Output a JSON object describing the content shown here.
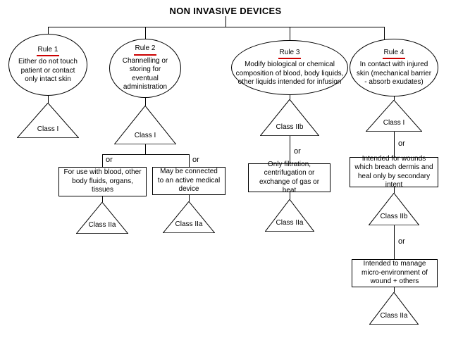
{
  "title": "NON INVASIVE DEVICES",
  "or_label": "or",
  "underline_color": "#cc0000",
  "rules": {
    "rule1": {
      "name": "Rule 1",
      "text": "Either do not touch patient or contact only intact skin",
      "class_label": "Class I"
    },
    "rule2": {
      "name": "Rule 2",
      "text": "Channelling or storing for eventual administration",
      "class_label": "Class I",
      "branch_blood": {
        "text": "For use with blood, other body fluids, organs, tissues",
        "class_label": "Class IIa"
      },
      "branch_active_device": {
        "text": "May be connected to an active medical device",
        "class_label": "Class IIa"
      }
    },
    "rule3": {
      "name": "Rule 3",
      "text": "Modify biological or chemical composition of blood, body liquids, other liquids intended for infusion",
      "class_label": "Class IIb",
      "branch_filtration": {
        "text": "Only filtration, centrifugation or exchange of gas or heat",
        "class_label": "Class IIa"
      }
    },
    "rule4": {
      "name": "Rule 4",
      "text": "In contact with injured skin (mechanical barrier - absorb exudates)",
      "class_label": "Class I",
      "branch_wounds": {
        "text": "Intended for wounds which breach dermis and heal only by secondary intent",
        "class_label": "Class IIb"
      },
      "branch_microenvironment": {
        "text": "Intended to manage micro-environment of wound + others",
        "class_label": "Class IIa"
      }
    }
  }
}
